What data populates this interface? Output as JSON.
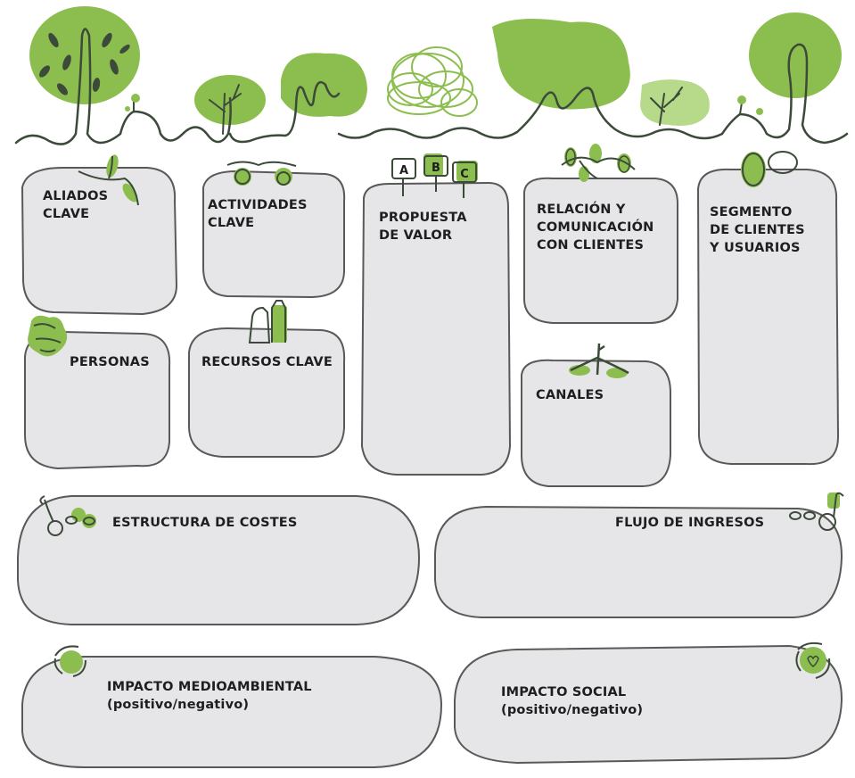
{
  "blocks": {
    "aliados_clave": "ALIADOS\nCLAVE",
    "actividades_clave": "ACTIVIDADES\nCLAVE",
    "propuesta_valor": "PROPUESTA\nDE VALOR",
    "relacion": "RELACIÓN Y\nCOMUNICACIÓN\nCON CLIENTES",
    "segmento": "SEGMENTO\nDE CLIENTES\nY USUARIOS",
    "personas": "PERSONAS",
    "recursos_clave": "RECURSOS CLAVE",
    "canales": "CANALES",
    "estructura_costes": "ESTRUCTURA DE COSTES",
    "flujo_ingresos": "FLUJO DE INGRESOS",
    "impacto_medioambiental": "IMPACTO MEDIOAMBIENTAL",
    "impacto_medioambiental_sub": "(positivo/negativo)",
    "impacto_social": "IMPACTO SOCIAL",
    "impacto_social_sub": "(positivo/negativo)"
  },
  "abc_tags": [
    "A",
    "B",
    "C"
  ],
  "colors": {
    "green": "#8cbe4f",
    "light_green": "#b6d98a",
    "dark_line": "#3c4a3a",
    "box_fill": "#e6e6e8",
    "box_stroke": "#595959"
  }
}
